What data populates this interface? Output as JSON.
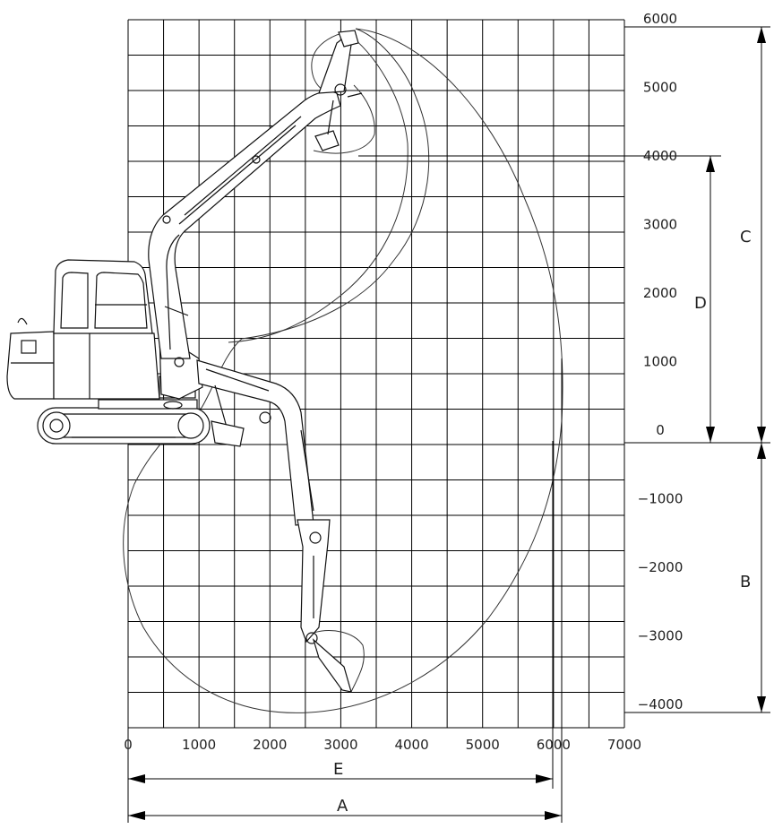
{
  "axes": {
    "x_ticks": [
      "0",
      "1000",
      "2000",
      "3000",
      "4000",
      "5000",
      "6000",
      "7000"
    ],
    "y_ticks": [
      "6000",
      "5000",
      "4000",
      "3000",
      "2000",
      "1000",
      "0",
      "−1000",
      "−2000",
      "−3000",
      "−4000"
    ]
  },
  "dimensions": {
    "a": "A",
    "b": "B",
    "c": "C",
    "d": "D",
    "e": "E"
  },
  "machine_icon": "excavator-side-view-icon"
}
